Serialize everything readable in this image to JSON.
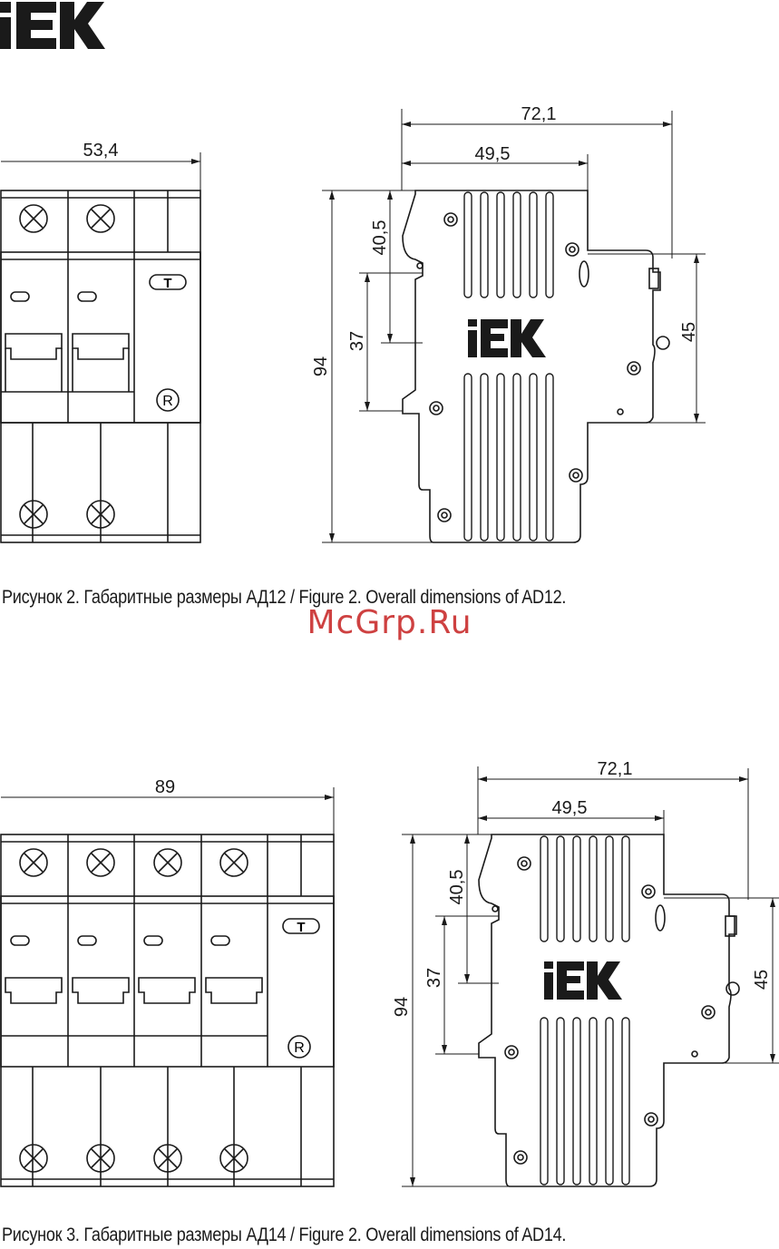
{
  "logo": {
    "text": "IEK"
  },
  "watermark": "McGrp.Ru",
  "figure2": {
    "caption": "Рисунок 2. Габаритные размеры АД12 / Figure 2. Overall dimensions of AD12.",
    "front_width": "53,4",
    "side_total_depth": "72,1",
    "side_body_depth": "49,5",
    "height": "94",
    "dim_40_5": "40,5",
    "dim_37": "37",
    "dim_45": "45",
    "test_button_label": "T",
    "reset_label": "R",
    "device_logo": "IEK"
  },
  "figure3": {
    "caption": "Рисунок 3. Габаритные размеры АД14 / Figure 2. Overall dimensions of AD14.",
    "front_width": "89",
    "side_total_depth": "72,1",
    "side_body_depth": "49,5",
    "height": "94",
    "dim_40_5": "40,5",
    "dim_37": "37",
    "dim_45": "45",
    "test_button_label": "T",
    "reset_label": "R",
    "device_logo": "IEK"
  }
}
